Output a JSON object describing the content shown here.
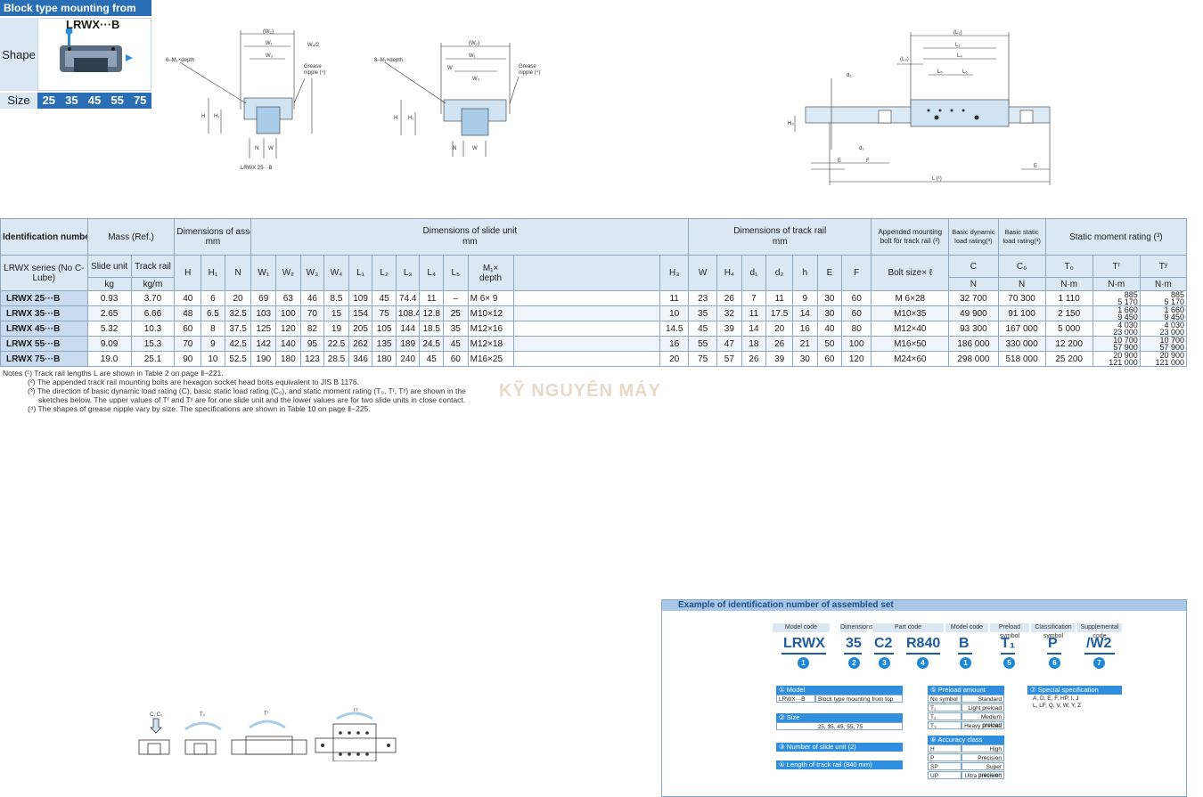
{
  "shape_box": {
    "title": "Block type mounting from top",
    "shape_label": "Shape",
    "model": "LRWX···B",
    "size_label": "Size",
    "sizes": [
      "25",
      "35",
      "45",
      "55",
      "75"
    ]
  },
  "drawings": {
    "left_caption": "LRWX 25···B",
    "labels": {
      "w2": "(W₂)",
      "w1": "W₁",
      "w4": "W₄/2",
      "w3": "W₃",
      "wx": "W",
      "bolts1": "6–M₁×depth",
      "bolts2": "8–M₁×depth",
      "grease1": "Grease",
      "grease2": "nipple (⁴)",
      "h": "H",
      "h1": "H₁",
      "h3": "H₃",
      "n": "N",
      "w": "W",
      "l2": "(L₂)",
      "l1": "L₁",
      "l3": "(L₃)",
      "l4": "L₄",
      "l5": "L₅",
      "l6": "L₆",
      "d1": "d₁",
      "d2": "d₂",
      "e": "E",
      "f": "F",
      "lrail": "L (¹)"
    }
  },
  "table": {
    "headers": {
      "id": "Identification number",
      "mass": "Mass (Ref.)",
      "assembly": "Dimensions of assembly",
      "assembly_unit": "mm",
      "slide": "Dimensions of slide unit",
      "slide_unit": "mm",
      "rail": "Dimensions of track rail",
      "rail_unit": "mm",
      "bolt": "Appended mounting bolt for track rail (²)",
      "dyn": "Basic dynamic load rating(³)",
      "stat": "Basic static load rating(³)",
      "moment": "Static moment rating (³)",
      "series": "LRWX series (No C-Lube)",
      "slide_mass": "Slide unit",
      "rail_mass": "Track rail",
      "kg": "kg",
      "kgm": "kg/m",
      "bolt_size": "Bolt size× ℓ",
      "N": "N",
      "Nm": "N·m",
      "m1": "M₁×",
      "depth": "depth",
      "cols": [
        "H",
        "H₁",
        "N",
        "W₁",
        "W₂",
        "W₃",
        "W₄",
        "L₁",
        "L₂",
        "L₃",
        "L₄",
        "L₅",
        "H₃",
        "W",
        "H₄",
        "d₁",
        "d₂",
        "h",
        "E",
        "F",
        "C",
        "C₀",
        "T₀",
        "Tʳ",
        "Tʸ"
      ]
    },
    "rows": [
      {
        "id": "LRWX  25···B",
        "mass_slide": "0.93",
        "mass_rail": "3.70",
        "H": "40",
        "H1": "6",
        "N": "20",
        "W1": "69",
        "W2": "63",
        "W3": "46",
        "W4": "8.5",
        "L1": "109",
        "L2": "45",
        "L3": "74.4",
        "L4": "11",
        "L5": "–",
        "M1": "M  6×  9",
        "H3": "11",
        "W": "23",
        "H4": "26",
        "d1": "7",
        "d2": "11",
        "h": "9",
        "E": "30",
        "F": "60",
        "bolt": "M  6×28",
        "C": "32 700",
        "C0": "70 300",
        "T0": "1 110",
        "TX_up": "885",
        "TX_lo": "5 170",
        "TY_up": "885",
        "TY_lo": "5 170"
      },
      {
        "id": "LRWX  35···B",
        "mass_slide": "2.65",
        "mass_rail": "6.66",
        "H": "48",
        "H1": "6.5",
        "N": "32.5",
        "W1": "103",
        "W2": "100",
        "W3": "70",
        "W4": "15",
        "L1": "154",
        "L2": "75",
        "L3": "108.4",
        "L4": "12.8",
        "L5": "25",
        "M1": "M10×12",
        "H3": "10",
        "W": "35",
        "H4": "32",
        "d1": "11",
        "d2": "17.5",
        "h": "14",
        "E": "30",
        "F": "60",
        "bolt": "M10×35",
        "C": "49 900",
        "C0": "91 100",
        "T0": "2 150",
        "TX_up": "1 660",
        "TX_lo": "9 450",
        "TY_up": "1 660",
        "TY_lo": "9 450"
      },
      {
        "id": "LRWX  45···B",
        "mass_slide": "5.32",
        "mass_rail": "10.3",
        "H": "60",
        "H1": "8",
        "N": "37.5",
        "W1": "125",
        "W2": "120",
        "W3": "82",
        "W4": "19",
        "L1": "205",
        "L2": "105",
        "L3": "144",
        "L4": "18.5",
        "L5": "35",
        "M1": "M12×16",
        "H3": "14.5",
        "W": "45",
        "H4": "39",
        "d1": "14",
        "d2": "20",
        "h": "16",
        "E": "40",
        "F": "80",
        "bolt": "M12×40",
        "C": "93 300",
        "C0": "167 000",
        "T0": "5 000",
        "TX_up": "4 030",
        "TX_lo": "23 000",
        "TY_up": "4 030",
        "TY_lo": "23 000"
      },
      {
        "id": "LRWX  55···B",
        "mass_slide": "9.09",
        "mass_rail": "15.3",
        "H": "70",
        "H1": "9",
        "N": "42.5",
        "W1": "142",
        "W2": "140",
        "W3": "95",
        "W4": "22.5",
        "L1": "262",
        "L2": "135",
        "L3": "189",
        "L4": "24.5",
        "L5": "45",
        "M1": "M12×18",
        "H3": "16",
        "W": "55",
        "H4": "47",
        "d1": "18",
        "d2": "26",
        "h": "21",
        "E": "50",
        "F": "100",
        "bolt": "M16×50",
        "C": "186 000",
        "C0": "330 000",
        "T0": "12 200",
        "TX_up": "10 700",
        "TX_lo": "57 900",
        "TY_up": "10 700",
        "TY_lo": "57 900"
      },
      {
        "id": "LRWX  75···B",
        "mass_slide": "19.0",
        "mass_rail": "25.1",
        "H": "90",
        "H1": "10",
        "N": "52.5",
        "W1": "190",
        "W2": "180",
        "W3": "123",
        "W4": "28.5",
        "L1": "346",
        "L2": "180",
        "L3": "240",
        "L4": "45",
        "L5": "60",
        "M1": "M16×25",
        "H3": "20",
        "W": "75",
        "H4": "57",
        "d1": "26",
        "d2": "39",
        "h": "30",
        "E": "60",
        "F": "120",
        "bolt": "M24×60",
        "C": "298 000",
        "C0": "518 000",
        "T0": "25 200",
        "TX_up": "20 900",
        "TX_lo": "121 000",
        "TY_up": "20 900",
        "TY_lo": "121 000"
      }
    ]
  },
  "notes": [
    "Notes (¹) Track rail lengths L are shown in Table 2 on page Ⅱ−221.",
    "(²) The appended track rail mounting bolts are hexagon socket head bolts equivalent to JIS B 1176.",
    "(³) The direction of basic dynamic load rating (C), basic static load rating (C₀), and static moment rating (T₀, Tʳ, Tʸ) are shown in the",
    "sketches below. The upper values of Tʳ and Tʸ are for one slide unit and the lower values are for two slide units in close contact.",
    "(⁴) The shapes of grease nipple vary by size. The specifications are shown in Table 10 on page Ⅱ−225."
  ],
  "watermark": "KỸ NGUYÊN MÁY",
  "sketch_labels": {
    "c": "C, C₀",
    "t0": "T₀",
    "tx": "Tʳ",
    "ty": "Tʸ"
  },
  "example": {
    "title": "Example of identification number of assembled set",
    "header_model": "Model code",
    "header_dim": "Dimensions",
    "header_part": "Part code",
    "header_model2": "Model code",
    "header_preload": "Preload symbol",
    "header_class": "Classification symbol",
    "header_supp": "Supplemental code",
    "codes": [
      "LRWX",
      "35",
      "C2",
      "R840",
      "B",
      "T₁",
      "P",
      "/W2"
    ],
    "circles": [
      "1",
      "2",
      "3",
      "4",
      "1",
      "5",
      "6",
      "7"
    ],
    "legend": {
      "model_head": "① Model",
      "model_code": "LRWX···B",
      "model_desc": "Block type mounting from top",
      "size_head": "② Size",
      "size_vals": "25, 35, 45, 55, 75",
      "slide_head": "③ Number of slide unit (2)",
      "rail_head": "④ Length of track rail (840 mm)",
      "preload_head": "⑤ Preload amount",
      "preload_rows": [
        [
          "No symbol",
          "Standard"
        ],
        [
          "T₁",
          "Light preload"
        ],
        [
          "T₂",
          "Medium preload"
        ],
        [
          "T₃",
          "Heavy preload"
        ]
      ],
      "accuracy_head": "⑥ Accuracy class",
      "accuracy_rows": [
        [
          "H",
          "High"
        ],
        [
          "P",
          "Precision"
        ],
        [
          "SP",
          "Super precision"
        ],
        [
          "UP",
          "Ultra precision"
        ]
      ],
      "special_head": "⑦ Special specification",
      "special_vals1": "A, D, E, F, HP, I, J",
      "special_vals2": "L, LF, Q, V, W, Y, Z"
    }
  }
}
